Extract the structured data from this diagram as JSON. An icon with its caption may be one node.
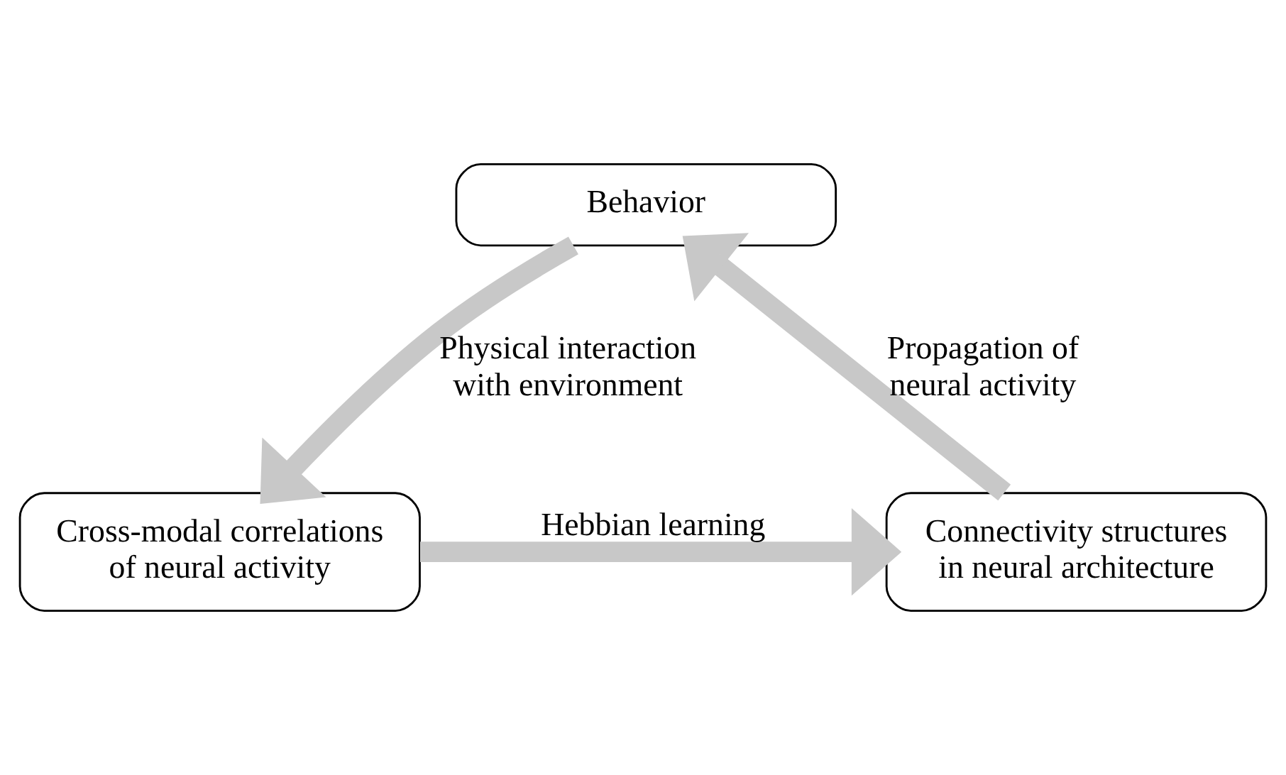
{
  "diagram": {
    "nodes": [
      {
        "text": [
          "Behavior"
        ]
      },
      {
        "text": [
          "Cross-modal correlations of neural activity"
        ]
      },
      {
        "text": [
          "Connectivity structures in neural architecture"
        ]
      }
    ],
    "edges": [
      {
        "from": 0,
        "to": 1,
        "arrow": "to",
        "label": "Physical interaction with environment"
      },
      {
        "from": 1,
        "to": 2,
        "arrow": "to",
        "label": "Hebbian learning"
      },
      {
        "from": 2,
        "to": 0,
        "arrow": "to",
        "label": "Propagation of neural activity"
      }
    ]
  }
}
